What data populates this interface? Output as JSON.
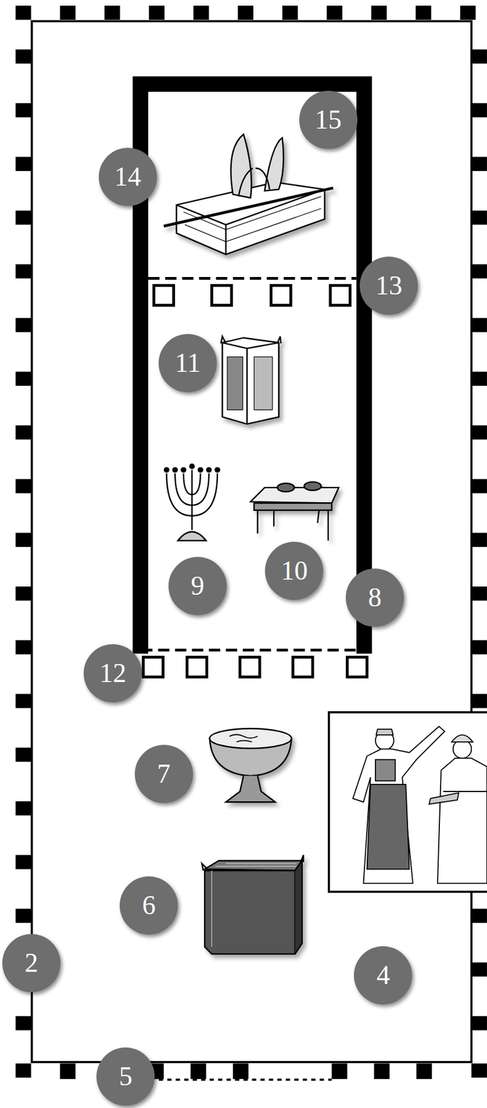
{
  "diagram": {
    "labels": [
      "15",
      "14",
      "13",
      "11",
      "9",
      "10",
      "8",
      "12",
      "7",
      "6",
      "2",
      "4",
      "5"
    ]
  }
}
